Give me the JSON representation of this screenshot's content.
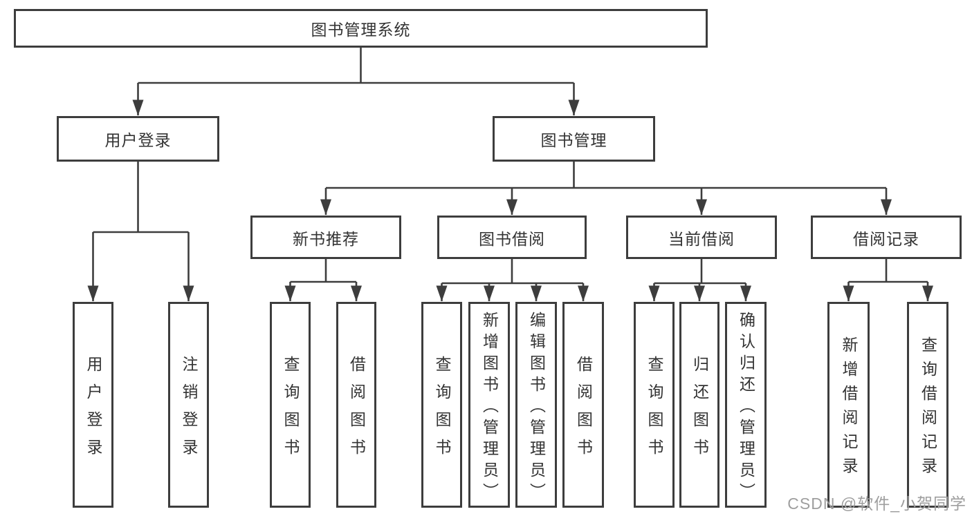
{
  "colors": {
    "line": "#3d3d3d",
    "text": "#333333",
    "watermark": "#9e9e9e",
    "background": "#ffffff"
  },
  "tree": {
    "root": "图书管理系统",
    "level2": [
      {
        "label": "用户登录",
        "children": [
          "用户登录",
          "注销登录"
        ]
      },
      {
        "label": "图书管理"
      }
    ],
    "level3": [
      {
        "label": "新书推荐",
        "children": [
          "查询图书",
          "借阅图书"
        ]
      },
      {
        "label": "图书借阅",
        "children": [
          "查询图书",
          "新增图书（管理员）",
          "编辑图书（管理员）",
          "借阅图书"
        ]
      },
      {
        "label": "当前借阅",
        "children": [
          "查询图书",
          "归还图书",
          "确认归还（管理员）"
        ]
      },
      {
        "label": "借阅记录",
        "children": [
          "新增借阅记录",
          "查询借阅记录"
        ]
      }
    ]
  },
  "watermark": {
    "text": "CSDN @软件_小贺同学"
  }
}
